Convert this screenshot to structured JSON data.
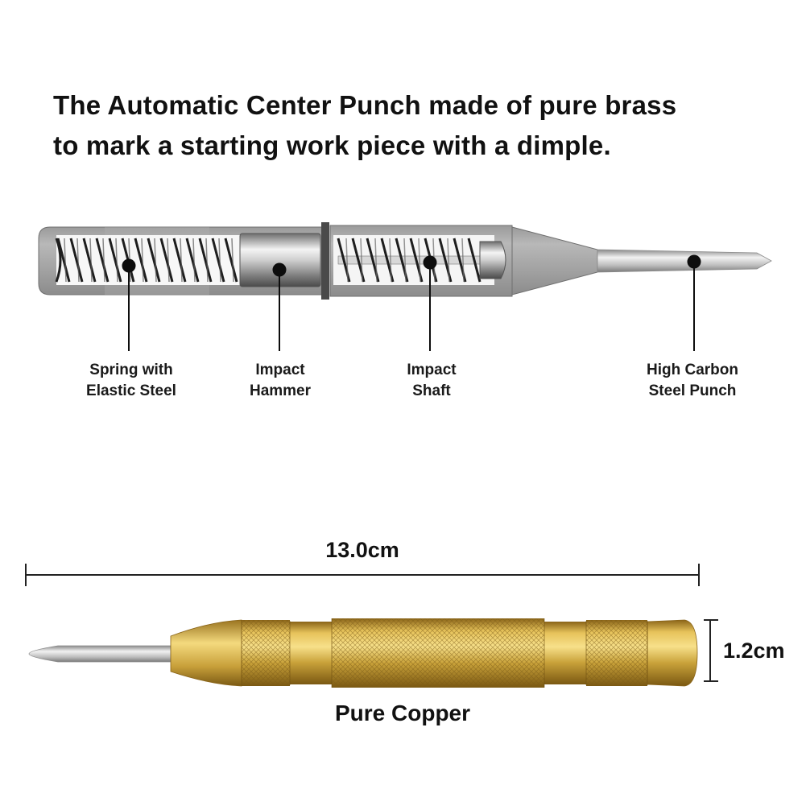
{
  "headline": {
    "line1": "The Automatic Center Punch made of pure brass",
    "line2": "to mark a starting work piece with a dimple."
  },
  "cutaway": {
    "callouts": [
      {
        "line1": "Spring with",
        "line2": "Elastic Steel"
      },
      {
        "line1": "Impact",
        "line2": "Hammer"
      },
      {
        "line1": "Impact",
        "line2": "Shaft"
      },
      {
        "line1": "High Carbon",
        "line2": "Steel Punch"
      }
    ]
  },
  "dimensions": {
    "length": "13.0cm",
    "diameter": "1.2cm"
  },
  "material": "Pure Copper",
  "colors": {
    "steel": "#a7a7a7",
    "brass": "#c9a23a",
    "text": "#111111"
  }
}
